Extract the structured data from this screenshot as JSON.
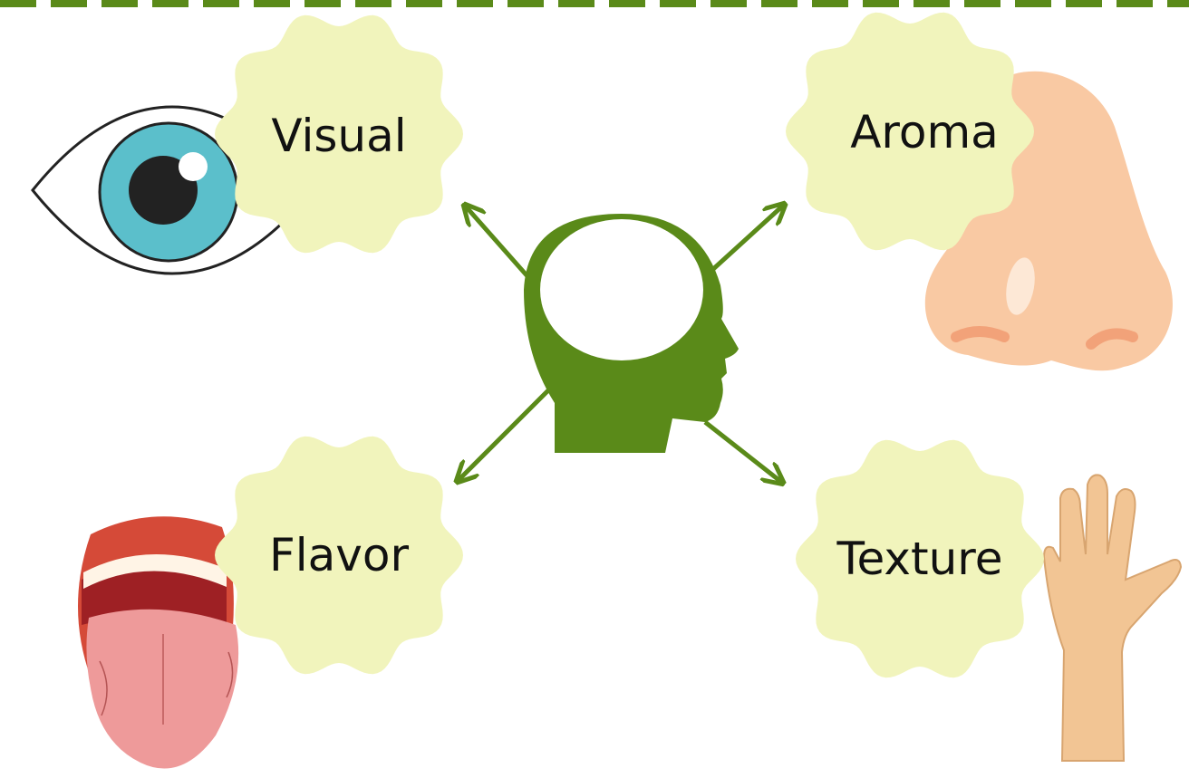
{
  "diagram": {
    "senses": [
      {
        "label": "Visual",
        "icon": "eye-icon"
      },
      {
        "label": "Aroma",
        "icon": "nose-icon"
      },
      {
        "label": "Flavor",
        "icon": "tongue-icon"
      },
      {
        "label": "Texture",
        "icon": "hand-icon"
      }
    ],
    "center_icon": "head-silhouette-icon"
  },
  "colors": {
    "accent_green": "#5a8a19",
    "bubble_fill": "#f1f4bc",
    "eye_iris": "#5bbfcb",
    "nose_skin": "#f9c9a3",
    "lip_red": "#d54a38",
    "tongue_pink": "#ee9a9a",
    "hand_skin": "#f2c594"
  }
}
